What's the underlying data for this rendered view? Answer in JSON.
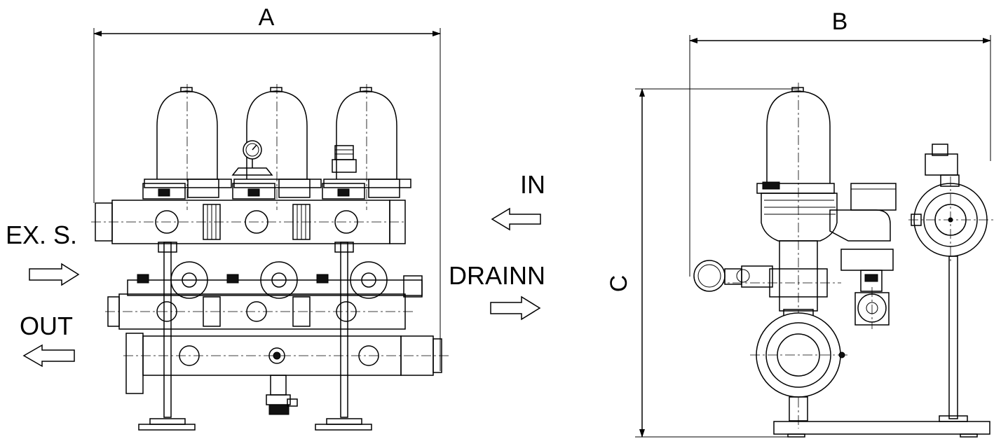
{
  "dimensions": {
    "a": "A",
    "b": "B",
    "c": "C"
  },
  "flow_labels": {
    "ex_s": "EX. S.",
    "out": "OUT",
    "in": "IN",
    "drain": "DRAINN"
  },
  "colors": {
    "line": "#000000",
    "background": "#ffffff"
  }
}
